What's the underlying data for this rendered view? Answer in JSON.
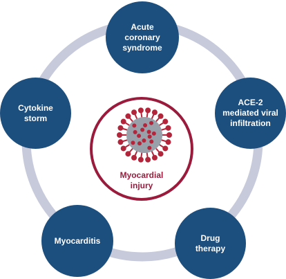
{
  "colors": {
    "node_fill": "#1c4e7e",
    "ring": "#c6cadb",
    "center_border": "#9b1b3d",
    "center_text": "#9b1b3d",
    "virus_body": "#9aa0aa",
    "virus_spike": "#b3253a"
  },
  "center": {
    "label": "Myocardial\ninjury",
    "icon": "coronavirus-icon"
  },
  "nodes": [
    {
      "id": "acute-coronary-syndrome",
      "label": "Acute coronary syndrome"
    },
    {
      "id": "ace2-viral-infiltration",
      "label": "ACE-2 mediated viral infiltration"
    },
    {
      "id": "drug-therapy",
      "label": "Drug therapy"
    },
    {
      "id": "myocarditis",
      "label": "Myocarditis"
    },
    {
      "id": "cytokine-storm",
      "label": "Cytokine storm"
    }
  ]
}
